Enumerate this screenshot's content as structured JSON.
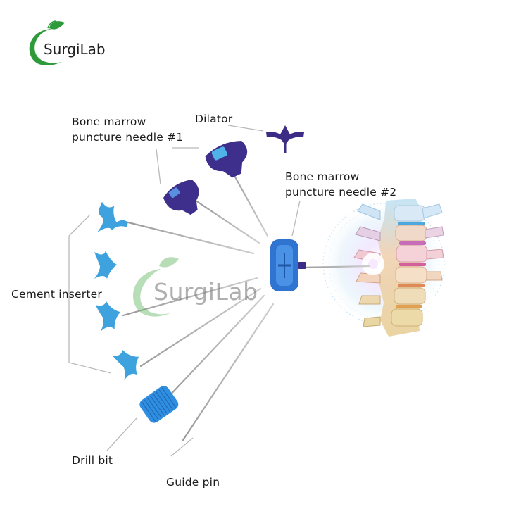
{
  "brand": {
    "logo_text": "SurgiLab",
    "watermark_text": "SurgiLab"
  },
  "labels": {
    "bone_marrow_1_line1": "Bone marrow",
    "bone_marrow_1_line2": "puncture needle #1",
    "dilator": "Dilator",
    "bone_marrow_2_line1": "Bone marrow",
    "bone_marrow_2_line2": "puncture needle #2",
    "cement_inserter": "Cement inserter",
    "drill_bit": "Drill bit",
    "guide_pin": "Guide pin"
  },
  "colors": {
    "brand_green": "#2e9a3a",
    "instrument_blue": "#3a9fdc",
    "handle_purple": "#3d2c86",
    "handle_blue": "#2f74d0",
    "leader_gray": "#b9b9b9"
  }
}
